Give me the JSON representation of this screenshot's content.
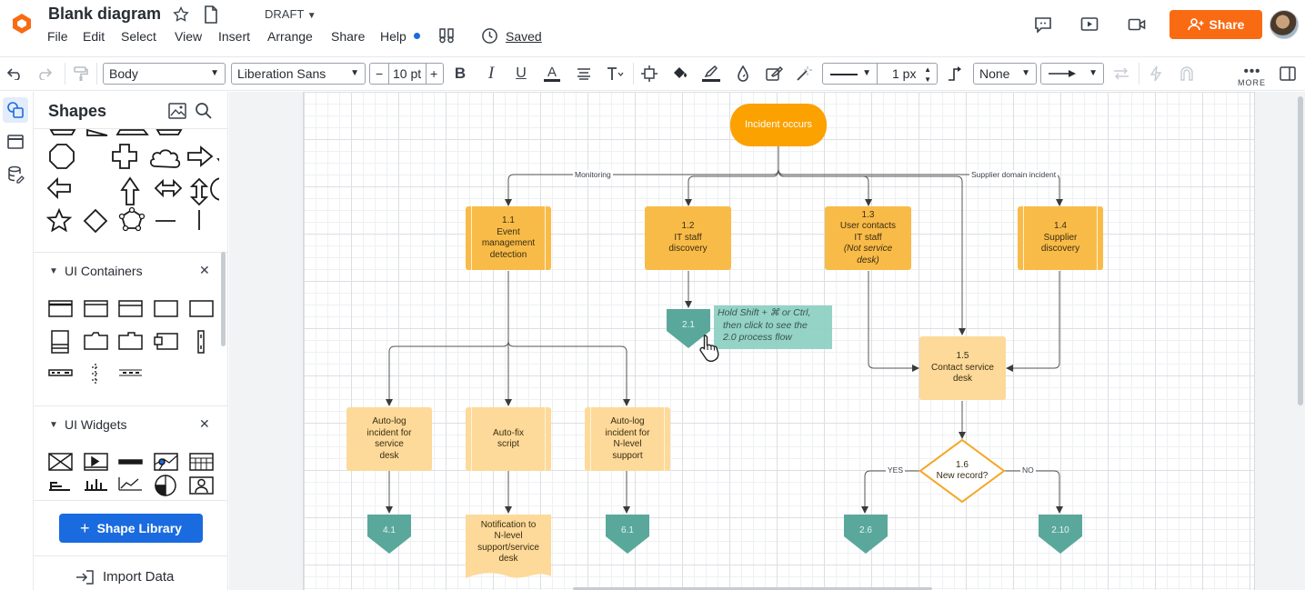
{
  "app": {
    "title": "Blank diagram",
    "status": "DRAFT",
    "saved": "Saved",
    "share_label": "Share"
  },
  "menu": [
    "File",
    "Edit",
    "Select",
    "View",
    "Insert",
    "Arrange",
    "Share",
    "Help"
  ],
  "toolbar": {
    "style": "Body",
    "font": "Liberation Sans",
    "font_size": "10 pt",
    "line_width": "1 px",
    "endpoint": "None",
    "more_label": "MORE"
  },
  "panel": {
    "title": "Shapes",
    "sections": [
      {
        "title": "UI Containers"
      },
      {
        "title": "UI Widgets"
      }
    ],
    "shape_library_label": "Shape Library",
    "import_label": "Import Data"
  },
  "diagram": {
    "incident": "Incident occurs",
    "edge_monitoring": "Monitoring",
    "edge_supplier": "Supplier domain incident",
    "n11": [
      "1.1",
      "Event",
      "management",
      "detection"
    ],
    "n12": [
      "1.2",
      "IT staff",
      "discovery"
    ],
    "n13": [
      "1.3",
      "User contacts",
      "IT staff",
      "(Not service",
      "desk)"
    ],
    "n14": [
      "1.4",
      "Supplier",
      "discovery"
    ],
    "n15": [
      "1.5",
      "Contact service",
      "desk"
    ],
    "n16": [
      "1.6",
      "New record?"
    ],
    "yes": "YES",
    "no": "NO",
    "n21": "2.1",
    "tip": [
      "Hold Shift + ⌘ or Ctrl,",
      "then click to see the",
      "2.0 process flow"
    ],
    "auto_log": [
      "Auto-log",
      "incident for",
      "service",
      "desk"
    ],
    "auto_fix": [
      "Auto-fix",
      "script"
    ],
    "auto_log_n": [
      "Auto-log",
      "incident for",
      "N-level",
      "support"
    ],
    "notify": [
      "Notification to",
      "N-level",
      "support/service",
      "desk"
    ],
    "n41": "4.1",
    "n61": "6.1",
    "n26": "2.6",
    "n210": "2.10"
  },
  "colors": {
    "accent_orange": "#f96b13",
    "primary_blue": "#1a6bdf",
    "process": "#f9bb48",
    "process_light": "#fdd99a",
    "offpage": "#5aa89b"
  }
}
